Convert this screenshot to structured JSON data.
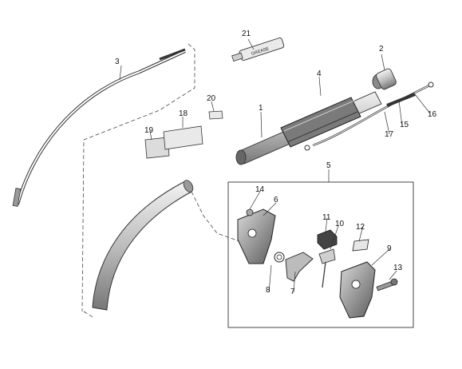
{
  "callouts": [
    {
      "id": "1",
      "label": "1"
    },
    {
      "id": "2",
      "label": "2"
    },
    {
      "id": "3",
      "label": "3"
    },
    {
      "id": "4",
      "label": "4"
    },
    {
      "id": "5",
      "label": "5"
    },
    {
      "id": "6",
      "label": "6"
    },
    {
      "id": "7",
      "label": "7"
    },
    {
      "id": "8",
      "label": "8"
    },
    {
      "id": "9",
      "label": "9"
    },
    {
      "id": "10",
      "label": "10"
    },
    {
      "id": "11",
      "label": "11"
    },
    {
      "id": "12",
      "label": "12"
    },
    {
      "id": "13",
      "label": "13"
    },
    {
      "id": "14",
      "label": "14"
    },
    {
      "id": "15",
      "label": "15"
    },
    {
      "id": "16",
      "label": "16"
    },
    {
      "id": "17",
      "label": "17"
    },
    {
      "id": "18",
      "label": "18"
    },
    {
      "id": "19",
      "label": "19"
    },
    {
      "id": "20",
      "label": "20"
    },
    {
      "id": "21",
      "label": "21"
    }
  ],
  "grease_tube_label": "GREASE",
  "colors": {
    "line": "#333333",
    "fill_light": "#e6e6e6",
    "fill_mid": "#bdbdbd",
    "fill_dark": "#6e6e6e"
  }
}
